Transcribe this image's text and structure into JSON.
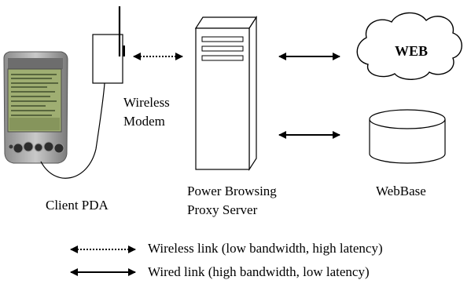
{
  "nodes": {
    "pda": {
      "label": "Client PDA"
    },
    "modem": {
      "label_line1": "Wireless",
      "label_line2": "Modem"
    },
    "proxy": {
      "label_line1": "Power Browsing",
      "label_line2": "Proxy Server"
    },
    "web": {
      "label": "WEB"
    },
    "webbase": {
      "label": "WebBase"
    }
  },
  "legend": {
    "wireless": "Wireless link (low bandwidth, high latency)",
    "wired": "Wired link (high bandwidth, low latency)"
  },
  "links": [
    {
      "from": "modem",
      "to": "proxy",
      "kind": "wireless"
    },
    {
      "from": "proxy",
      "to": "web",
      "kind": "wired"
    },
    {
      "from": "proxy",
      "to": "webbase",
      "kind": "wired"
    }
  ],
  "colors": {
    "line": "#000000",
    "pda_body": "#b9b9b9",
    "pda_screen": "#9fae72",
    "background": "#ffffff"
  }
}
